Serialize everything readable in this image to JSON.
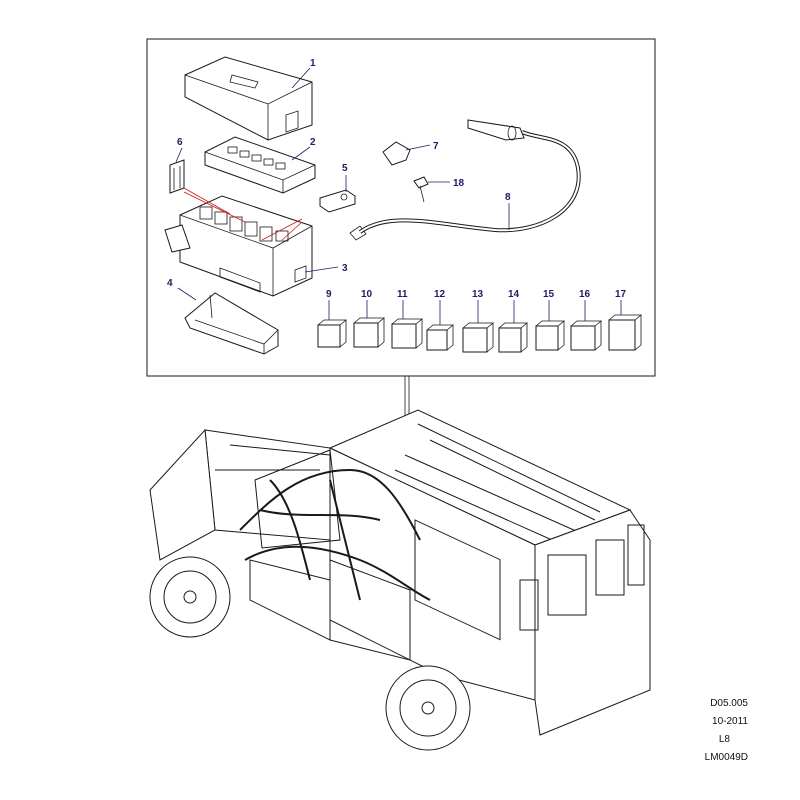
{
  "callouts": {
    "c1": "1",
    "c2": "2",
    "c3": "3",
    "c4": "4",
    "c5": "5",
    "c6": "6",
    "c7": "7",
    "c8": "8",
    "c18": "18",
    "relays": [
      "9",
      "10",
      "11",
      "12",
      "13",
      "14",
      "15",
      "16",
      "17"
    ]
  },
  "footer": {
    "ref": "D05.005",
    "date": "10-2011",
    "code": "L8",
    "illustration": "LM0049D"
  },
  "colors": {
    "callout": "#1d1d63",
    "red_marker": "#cc1b1b",
    "line": "#1a1a1a"
  },
  "icons": [
    "fuse-box-cover",
    "fuse-panel",
    "fuse-box-body",
    "fuse-box-bracket",
    "fuse",
    "earth-stud",
    "clip",
    "cable",
    "screw",
    "relay",
    "vehicle"
  ]
}
